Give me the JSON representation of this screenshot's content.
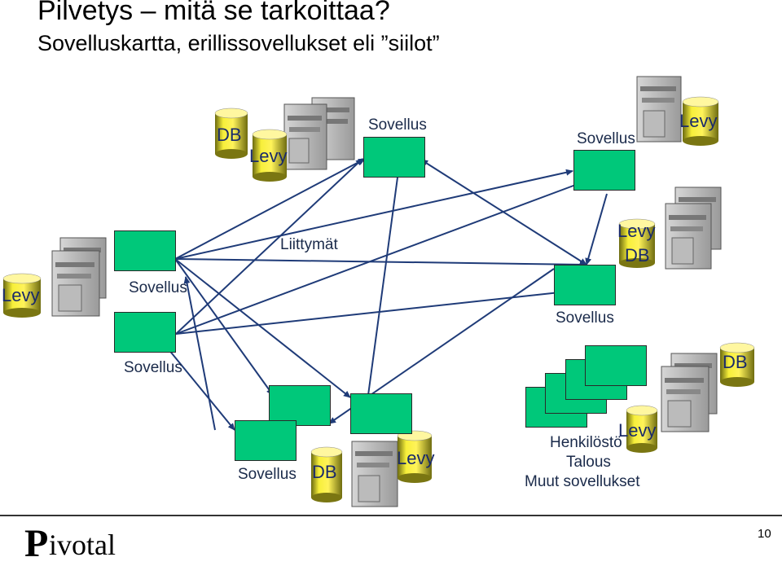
{
  "slide": {
    "title": "Pilvetys – mitä se tarkoittaa?",
    "subtitle": "Sovelluskartta, erillissovellukset eli ”siilot”",
    "page_number": "10",
    "logo_text": "ivotal",
    "logo_initial": "P"
  },
  "labels": {
    "sovellus": "Sovellus",
    "liittymat": "Liittymät",
    "levy": "Levy",
    "db": "DB",
    "henkilosto": "Henkilöstö",
    "talous": "Talous",
    "muut": "Muut sovellukset"
  },
  "colors": {
    "app_box": "#00c87a",
    "cylinder": "#ffee00",
    "edge": "#1f3b78"
  }
}
